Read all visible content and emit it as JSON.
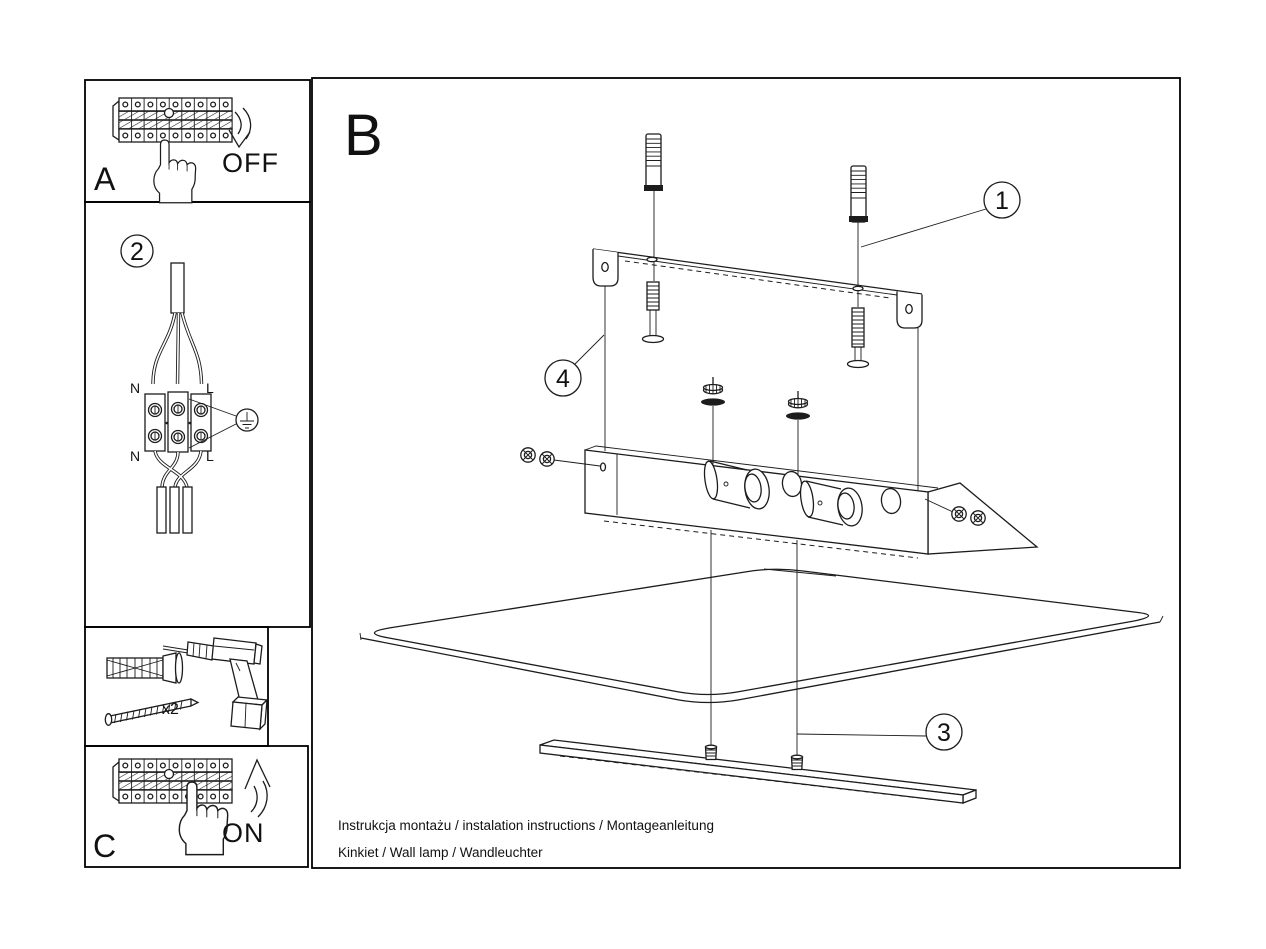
{
  "sheet": {
    "title_b": "B",
    "step_a_label": "A",
    "step_c_label": "C",
    "off_label": "OFF",
    "on_label": "ON",
    "qty_label": "x2",
    "callouts": {
      "c1": "1",
      "c2": "2",
      "c3": "3",
      "c4": "4"
    },
    "wiring": {
      "n_top": "N",
      "l_top": "L",
      "n_bottom": "N",
      "l_bottom": "L"
    },
    "footer": {
      "line1": "Instrukcja montażu / instalation instructions / Montageanleitung",
      "line2": "Kinkiet / Wall lamp / Wandleuchter"
    },
    "ink": "#1c1c1c",
    "background": "#ffffff"
  }
}
